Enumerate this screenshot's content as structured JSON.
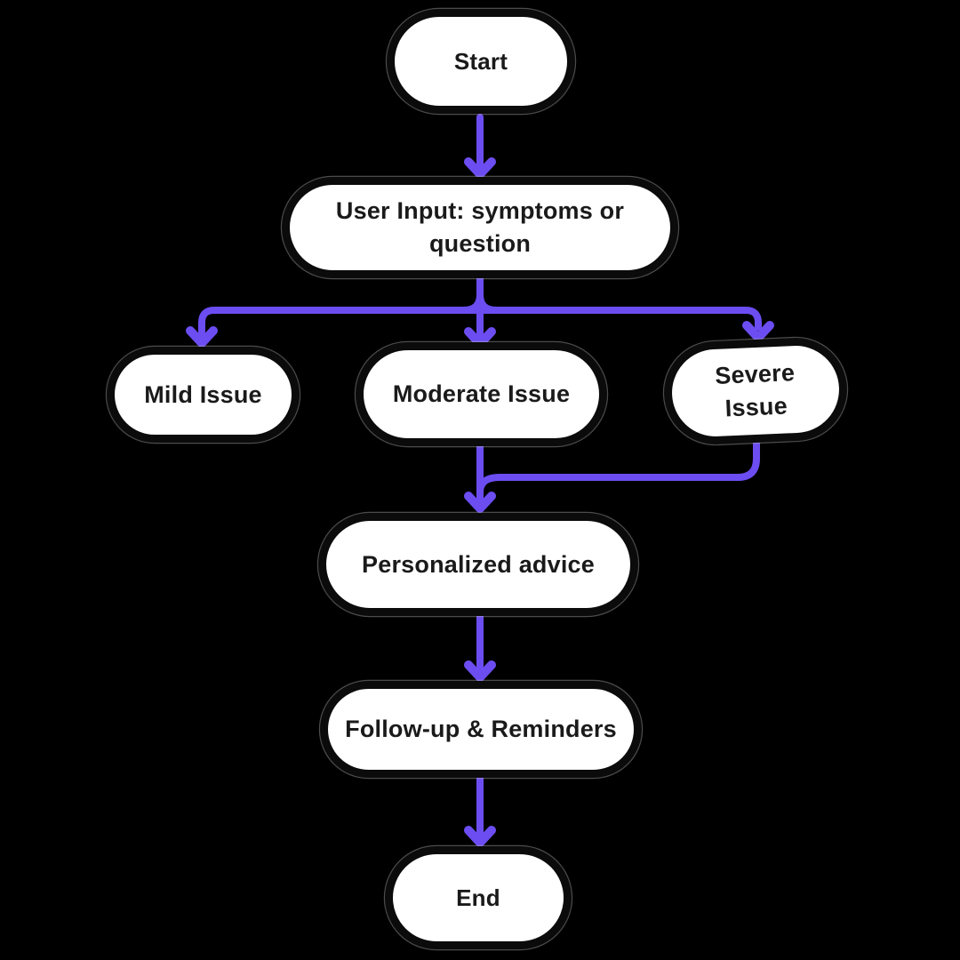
{
  "diagram": {
    "type": "flowchart",
    "background": "#000000"
  },
  "colors": {
    "arrow": "#6C4DF1",
    "node_fill": "#FFFFFF",
    "node_border": "#0B0B0B",
    "node_text": "#1A1A1A"
  },
  "nodes": [
    {
      "id": "start",
      "label": "Start"
    },
    {
      "id": "user-input",
      "label": "User Input: symptoms or question",
      "lines": [
        "User Input: symptoms or",
        "question"
      ]
    },
    {
      "id": "mild",
      "label": "Mild Issue"
    },
    {
      "id": "moderate",
      "label": "Moderate Issue"
    },
    {
      "id": "severe",
      "label": "Severe Issue"
    },
    {
      "id": "advice",
      "label": "Personalized advice"
    },
    {
      "id": "followup",
      "label": "Follow-up & Reminders"
    },
    {
      "id": "end",
      "label": "End"
    }
  ],
  "edges": [
    {
      "from": "start",
      "to": "user-input"
    },
    {
      "from": "user-input",
      "to": "mild"
    },
    {
      "from": "user-input",
      "to": "moderate"
    },
    {
      "from": "user-input",
      "to": "severe"
    },
    {
      "from": "moderate",
      "to": "advice"
    },
    {
      "from": "severe",
      "to": "advice"
    },
    {
      "from": "advice",
      "to": "followup"
    },
    {
      "from": "followup",
      "to": "end"
    }
  ]
}
